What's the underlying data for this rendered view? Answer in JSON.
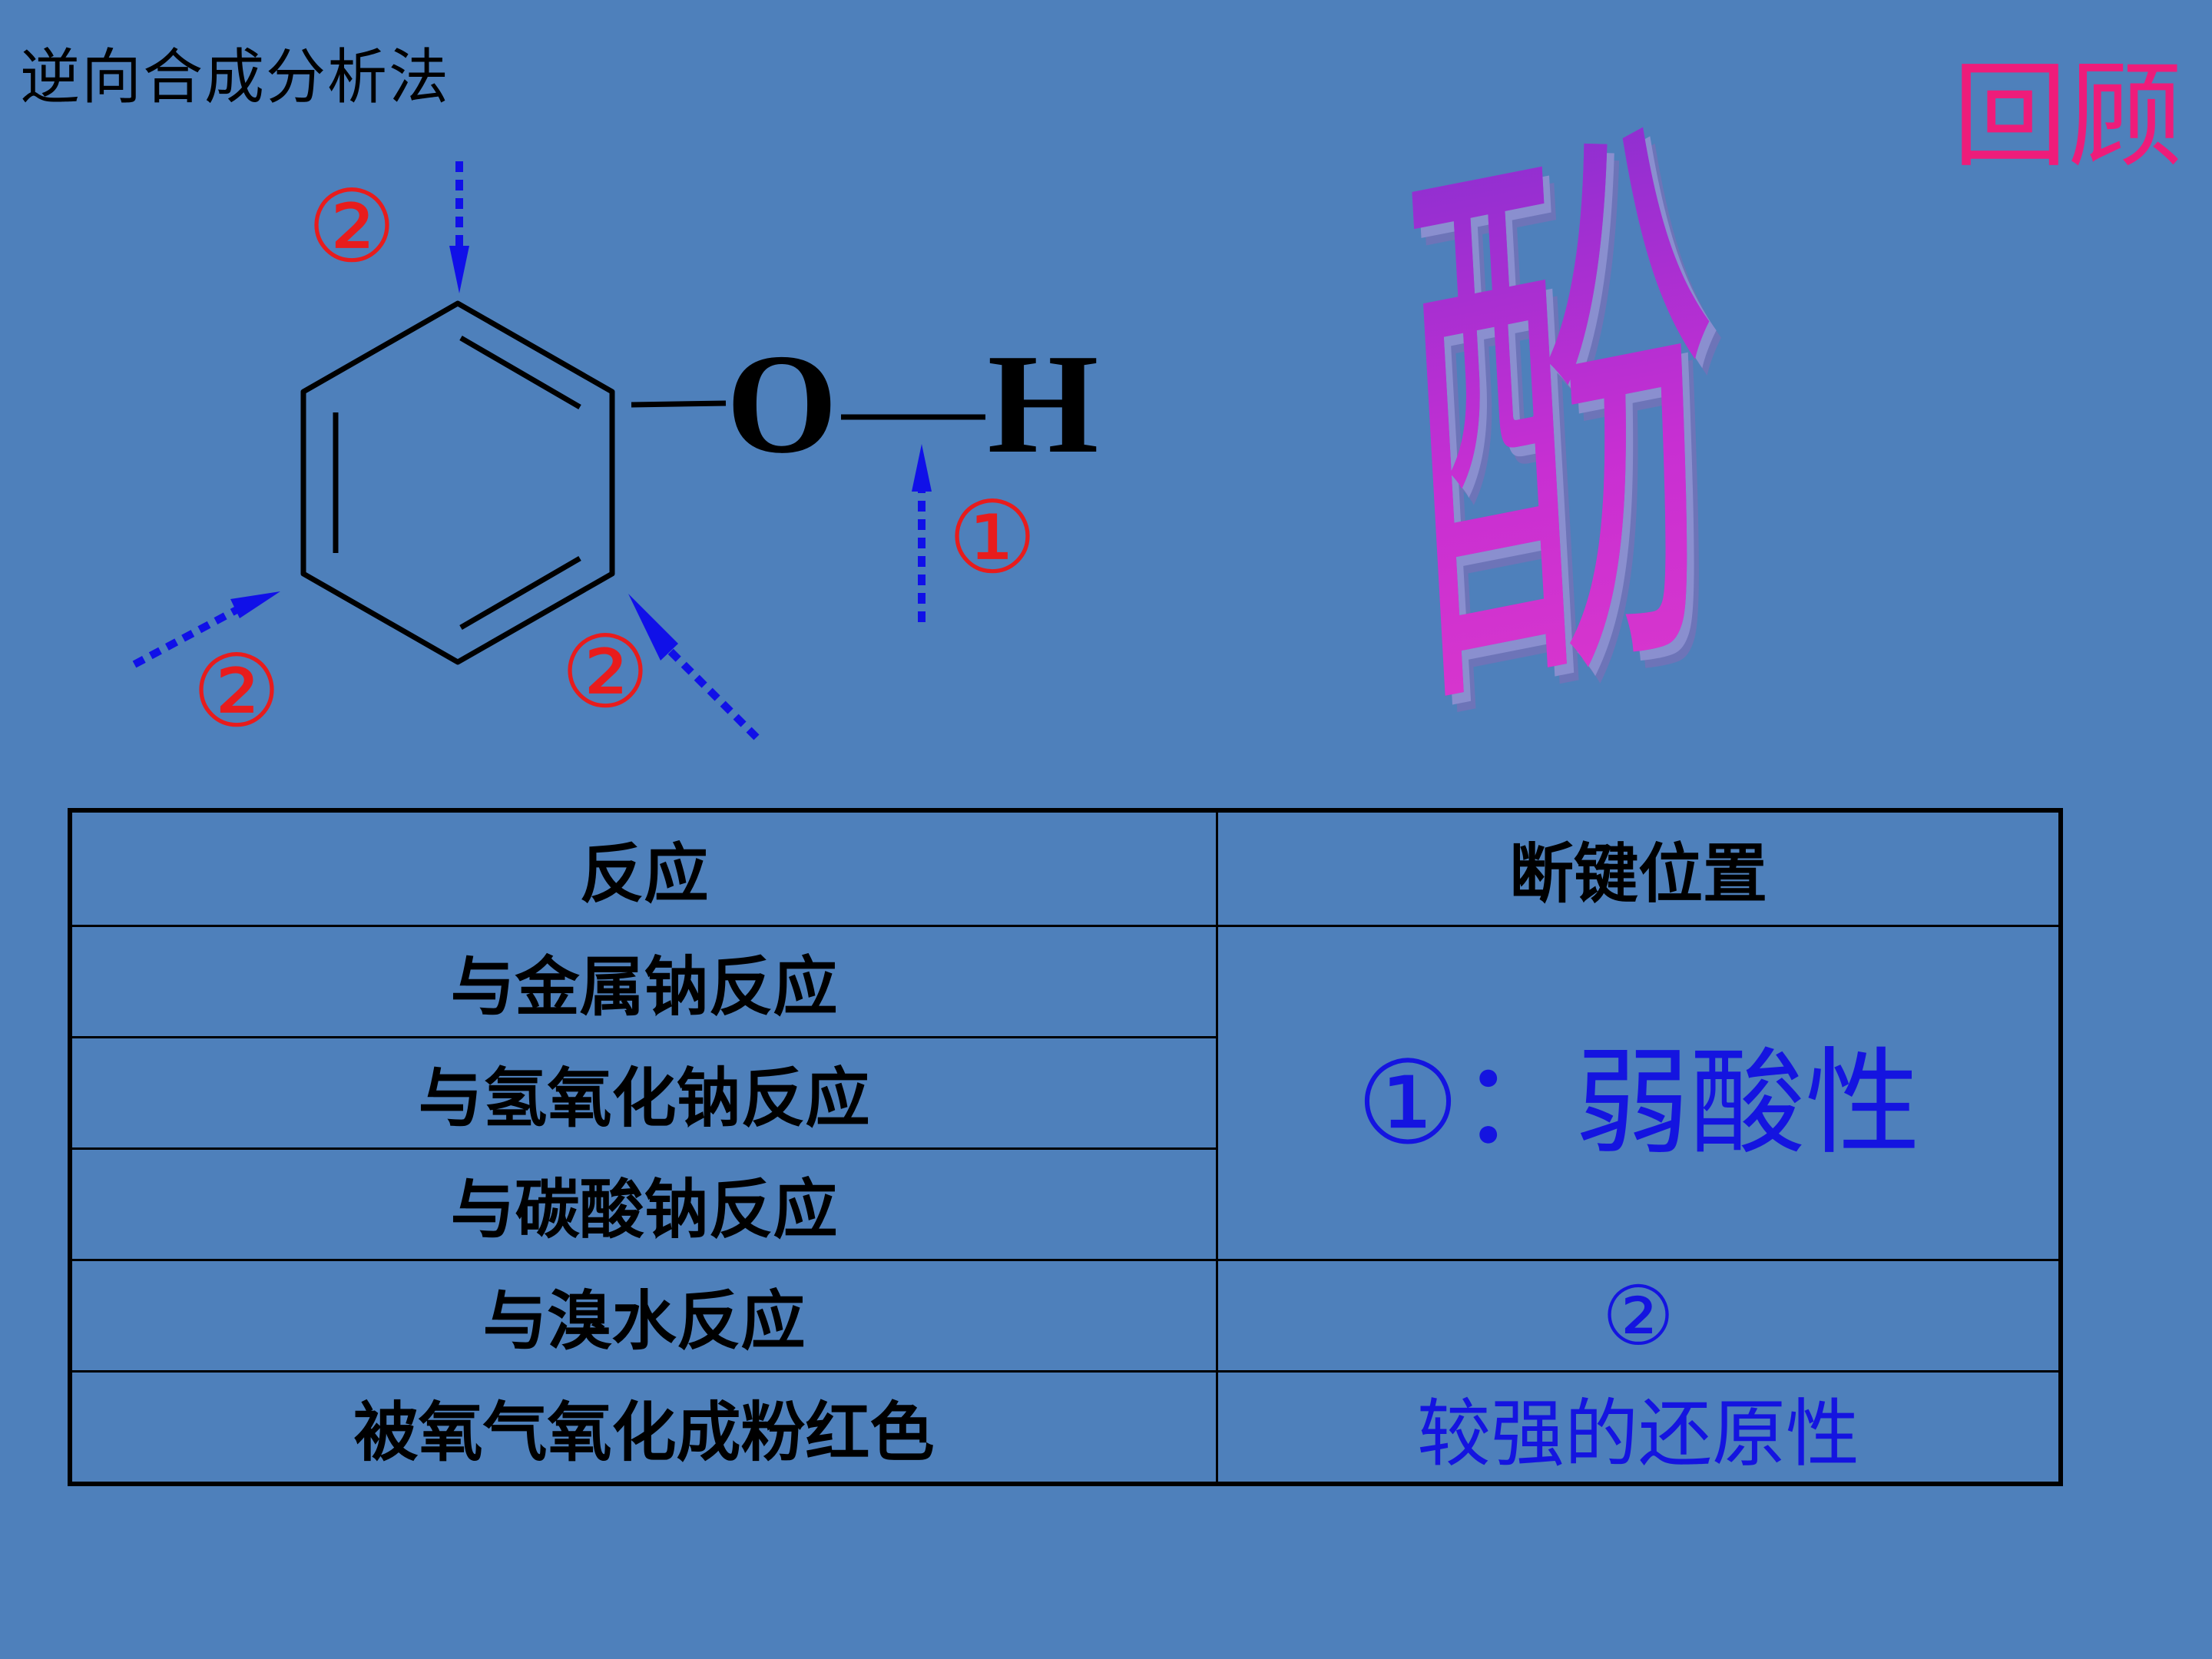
{
  "title": "逆向合成分析法",
  "review": "回顾",
  "big_char": "酚",
  "molecule": {
    "atom_o": "O",
    "atom_h": "H",
    "marker_1": "①",
    "marker_2": "②",
    "colors": {
      "bond": "#000000",
      "arrow": "#1010e8",
      "marker": "#e81c1c"
    }
  },
  "table": {
    "headers": [
      "反应",
      "断键位置"
    ],
    "rows": [
      {
        "reaction": "与金属钠反应"
      },
      {
        "reaction": "与氢氧化钠反应"
      },
      {
        "reaction": "与碳酸钠反应"
      },
      {
        "reaction": "与溴水反应"
      },
      {
        "reaction": "被氧气氧化成粉红色"
      }
    ],
    "position_1": "①：弱酸性",
    "position_2": "②",
    "position_3": "较强的还原性"
  }
}
